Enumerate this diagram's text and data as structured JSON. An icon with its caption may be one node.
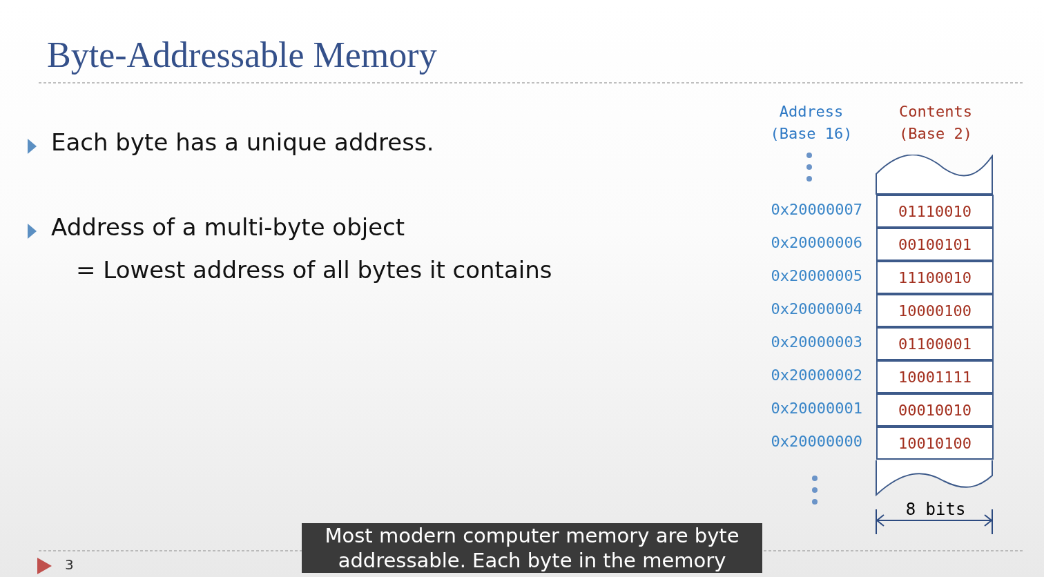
{
  "diagram": {
    "title": "Byte-Addressable Memory",
    "nodes": [
      {
        "text": [],
        "shape": "box"
      },
      {
        "text": [
          "01110010"
        ]
      },
      {
        "text": [
          "00100101"
        ]
      },
      {
        "text": [
          "11100010"
        ]
      },
      {
        "text": [
          "10000100"
        ]
      },
      {
        "text": [
          "01100001"
        ]
      },
      {
        "text": [
          "10001111"
        ]
      },
      {
        "text": [
          "00010010"
        ]
      },
      {
        "text": [
          "10010100"
        ]
      },
      {
        "text": [],
        "shape": "box"
      }
    ],
    "labels": [
      "Each byte has a unique address.",
      "Address of a multi-byte object",
      "= Lowest address of all bytes it contains",
      "Address (Base 16)",
      "Contents (Base 2)",
      "0x20000007",
      "0x20000006",
      "0x20000005",
      "0x20000004",
      "0x20000003",
      "0x20000002",
      "0x20000001",
      "0x20000000",
      "8 bits",
      "3",
      "Most modern computer memory are byte addressable. Each byte in the memory"
    ]
  }
}
